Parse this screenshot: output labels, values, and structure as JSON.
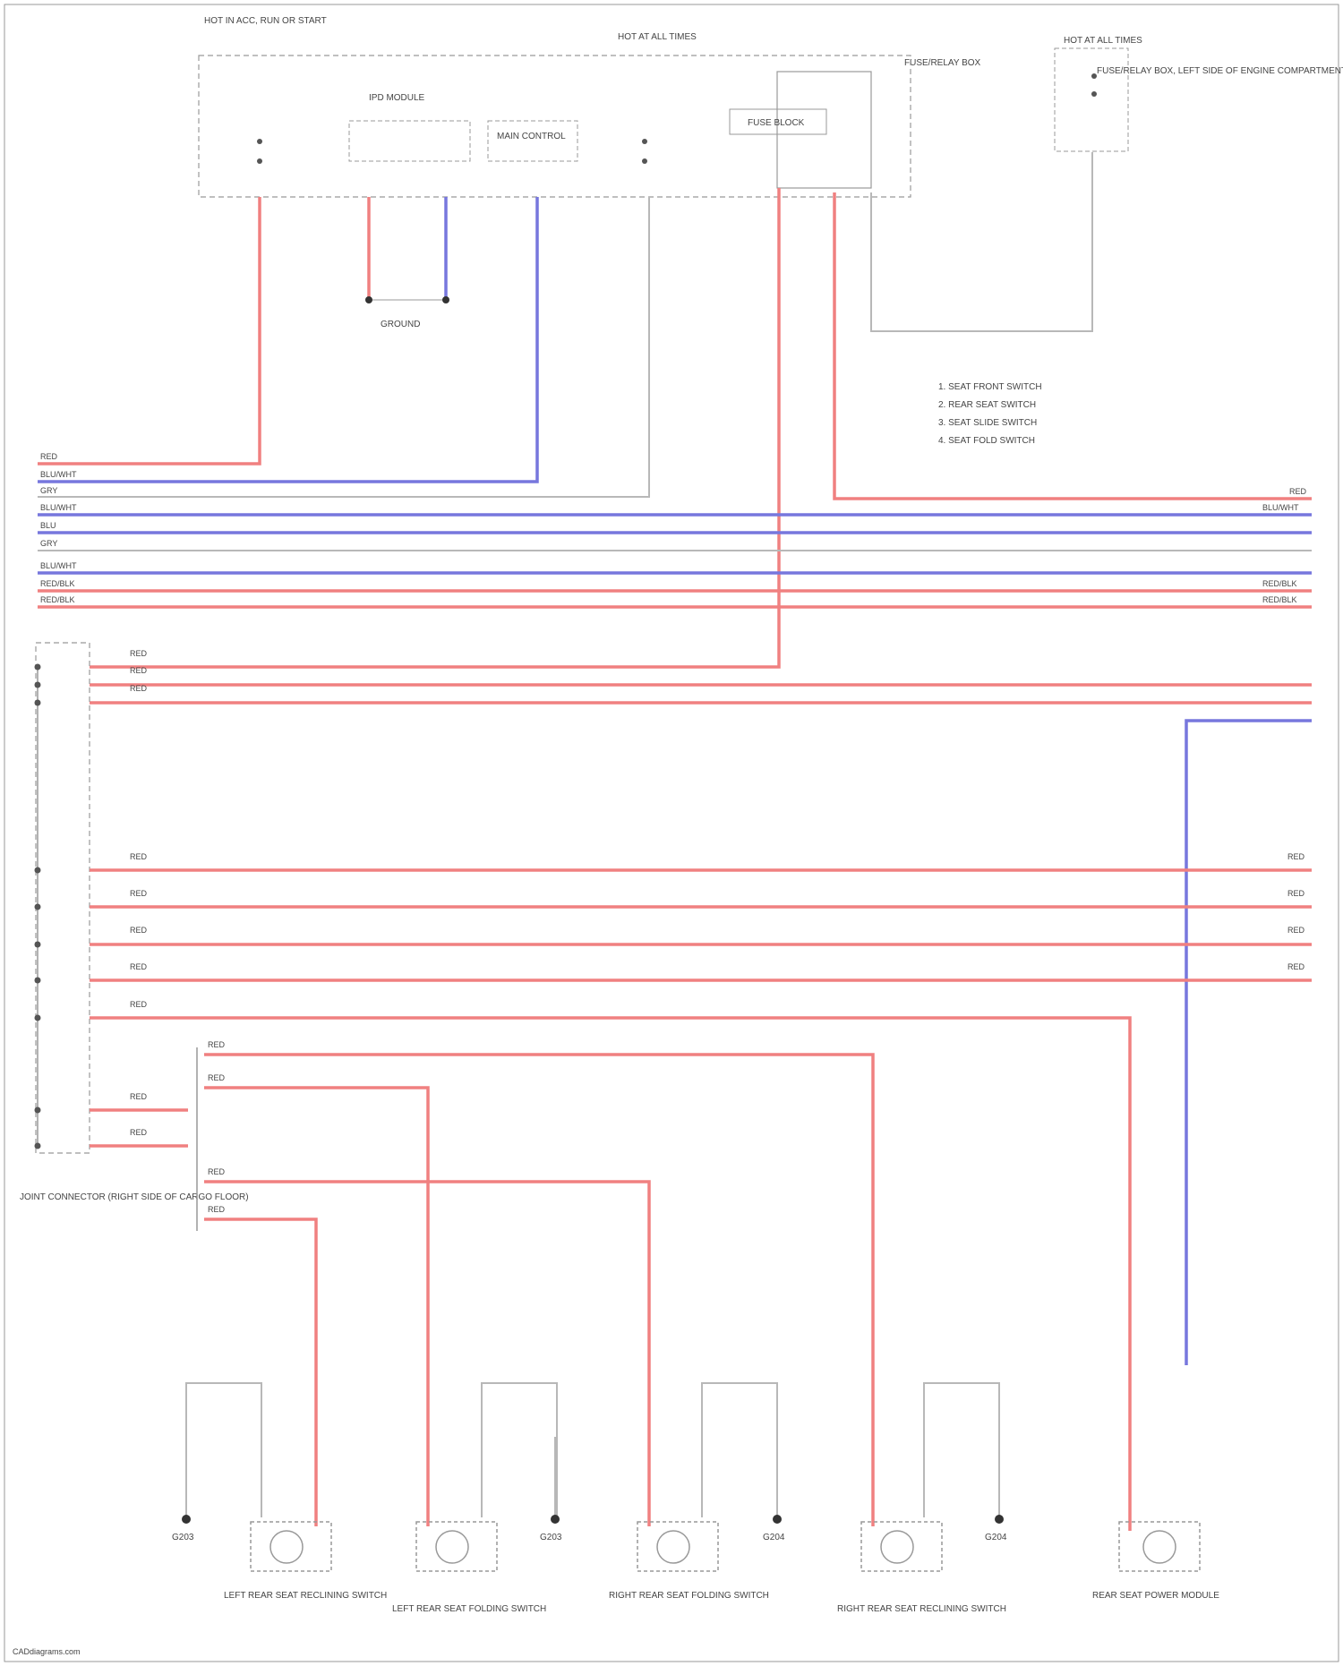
{
  "colors": {
    "red_wire": "#f08080",
    "blue_wire": "#7777dd",
    "gray_wire": "#b8b8b8",
    "frame": "#999999",
    "text": "#444444"
  },
  "top": {
    "block_left_title": "HOT IN ACC, RUN OR START",
    "block_mid_title": "HOT AT ALL TIMES",
    "block_right_title": "FUSE/RELAY BOX",
    "block_far_title": "HOT AT ALL TIMES",
    "module_left": "IPD MODULE",
    "module_mid": "MAIN CONTROL",
    "module_right": "FUSE BLOCK",
    "ground_label": "GROUND",
    "far_right_note": "FUSE/RELAY BOX, LEFT SIDE OF ENGINE COMPARTMENT"
  },
  "legend": [
    "1. SEAT FRONT SWITCH",
    "2. REAR SEAT SWITCH",
    "3. SEAT SLIDE SWITCH",
    "4. SEAT FOLD SWITCH"
  ],
  "wires": {
    "red": "RED",
    "blu": "BLU",
    "gry": "GRY",
    "red_blk": "RED/BLK",
    "blu_wht": "BLU/WHT"
  },
  "joint_connector": "JOINT CONNECTOR (RIGHT SIDE OF CARGO FLOOR)",
  "bottom_components": [
    {
      "ground": "G203",
      "name": "LEFT REAR SEAT RECLINING SWITCH"
    },
    {
      "ground": "G203",
      "name": "LEFT REAR SEAT FOLDING SWITCH"
    },
    {
      "ground": "G204",
      "name": "RIGHT REAR SEAT FOLDING SWITCH"
    },
    {
      "ground": "G204",
      "name": "RIGHT REAR SEAT RECLINING SWITCH"
    },
    {
      "ground": "",
      "name": "REAR SEAT POWER MODULE"
    }
  ],
  "footer": "CADdiagrams.com"
}
